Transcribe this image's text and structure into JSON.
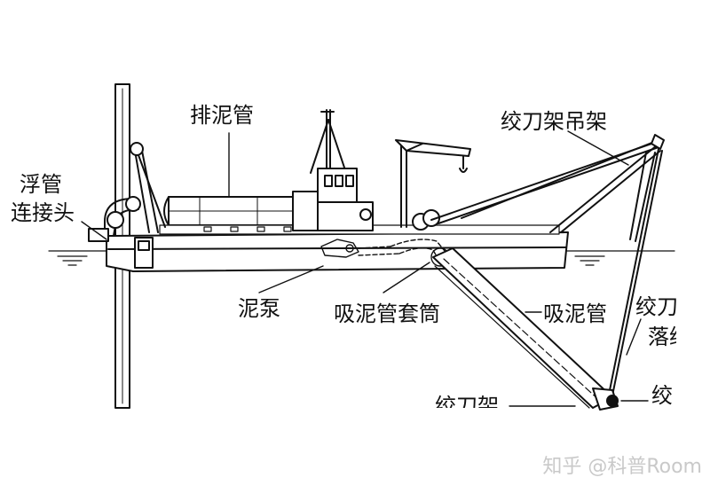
{
  "labels": {
    "discharge_pipe": "排泥管",
    "float_pipe_joint_line1": "浮管",
    "float_pipe_joint_line2": "连接头",
    "cutter_frame_crane": "绞刀架吊架",
    "mud_pump": "泥泵",
    "suction_pipe_sleeve": "吸泥管套筒",
    "suction_pipe": "吸泥管",
    "cutter_lifting_line1": "绞刀",
    "cutter_lifting_line2": "落绞",
    "cutter_frame": "绞刀架",
    "cutter": "绞"
  },
  "watermark": "知乎 @科普Room",
  "colors": {
    "ink": "#111111",
    "background": "#ffffff",
    "watermark": "#c9c9c9"
  }
}
